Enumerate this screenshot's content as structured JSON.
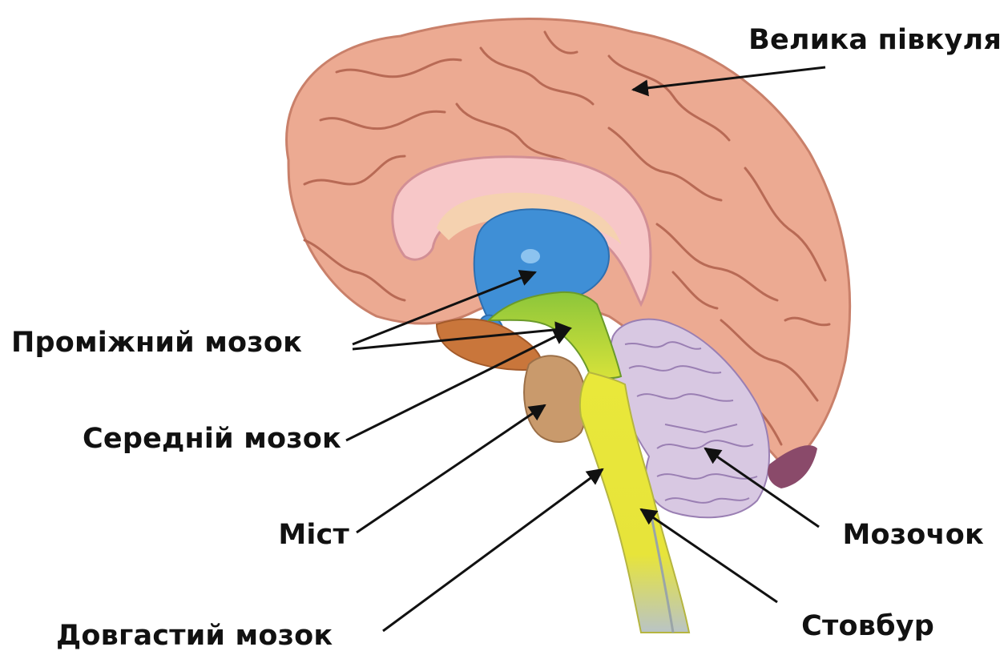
{
  "labels": {
    "cerebral_hemisphere": "Велика півкуля",
    "diencephalon": "Проміжний мозок",
    "midbrain": "Середній мозок",
    "pons": "Міст",
    "medulla": "Довгастий мозок",
    "cerebellum": "Мозочок",
    "brainstem": "Стовбур"
  },
  "colors": {
    "cortex": "#ecaa92",
    "cortex_outline": "#c9806a",
    "sulci": "#b86a55",
    "corpus_callosum": "#f7c7c8",
    "corpus_inner": "#f5d2b0",
    "ventricle": "#3f8fd6",
    "midbrain": "#9acd3a",
    "brainstem": "#e9e83a",
    "brainstem_lower": "#b9c4c6",
    "pons": "#c99a6c",
    "hypothalamus": "#c9763b",
    "cerebellum": "#d8c8e2",
    "cerebellum_lines": "#9a7fb3",
    "arrow": "#111111"
  }
}
